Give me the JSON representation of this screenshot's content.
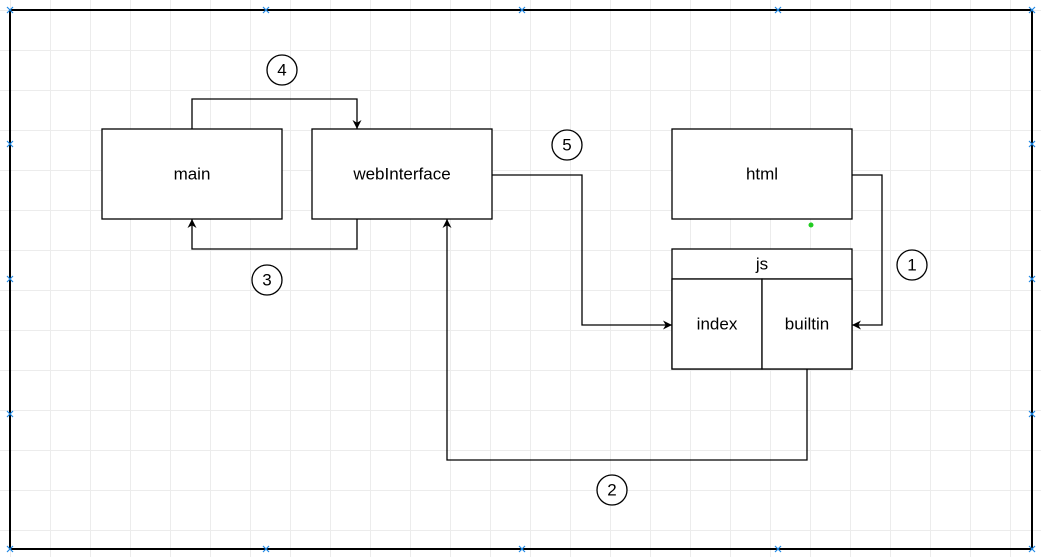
{
  "diagram": {
    "nodes": {
      "main": "main",
      "webInterface": "webInterface",
      "html": "html",
      "js": "js",
      "index": "index",
      "builtin": "builtin"
    },
    "steps": [
      "1",
      "2",
      "3",
      "4",
      "5"
    ]
  },
  "colors": {
    "stroke": "#000000",
    "background": "#ffffff",
    "grid": "#ececec",
    "selection_handle": "#1e88e5",
    "dot": "#22cc22"
  }
}
